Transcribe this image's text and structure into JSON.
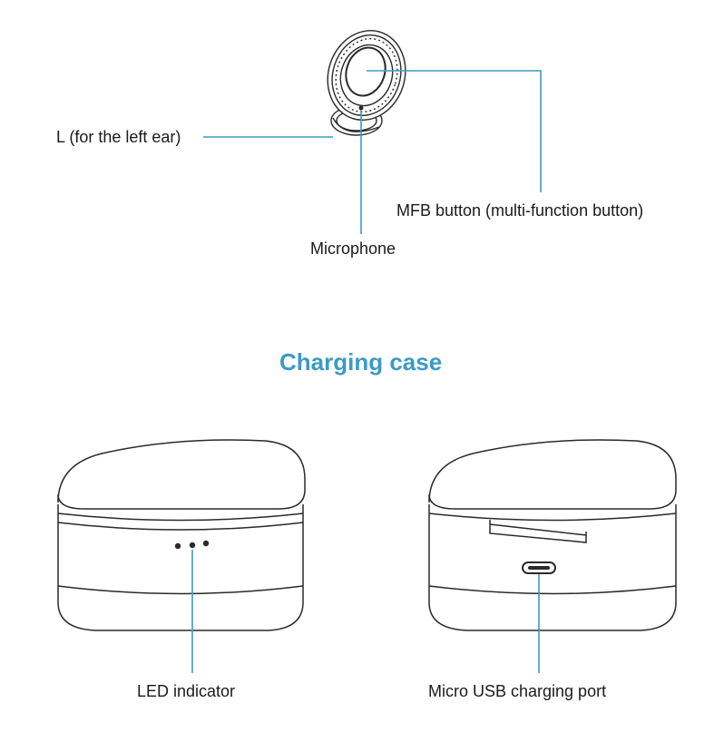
{
  "colors": {
    "accent": "#3a9bc6",
    "outline": "#2a2a2a",
    "text": "#1a1a1a"
  },
  "earbud": {
    "left_label": "L (for the left ear)",
    "mfb_label": "MFB button (multi-function button)",
    "mic_label": "Microphone"
  },
  "case": {
    "heading": "Charging case",
    "led_label": "LED indicator",
    "usb_label": "Micro USB charging port"
  }
}
